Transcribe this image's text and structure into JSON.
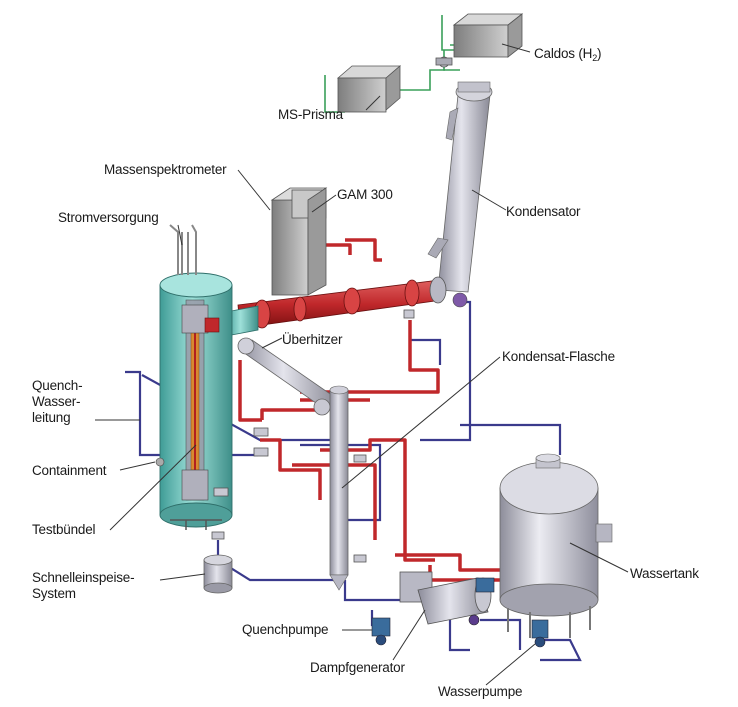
{
  "labels": {
    "caldos_main": "Caldos (H",
    "caldos_sub": "2",
    "caldos_end": ")",
    "ms_prisma": "MS-Prisma",
    "massenspektrometer": "Massenspektrometer",
    "gam300": "GAM 300",
    "kondensator": "Kondensator",
    "stromversorgung": "Stromversorgung",
    "ueberhitzer": "Überhitzer",
    "kondensat_flasche": "Kondensat-Flasche",
    "quench_line1": "Quench-",
    "quench_line2": "Wasser-",
    "quench_line3": "leitung",
    "containment": "Containment",
    "testbuendel": "Testbündel",
    "schnell_line1": "Schnelleinspeise-",
    "schnell_line2": "System",
    "wassertank": "Wassertank",
    "quenchpumpe": "Quenchpumpe",
    "dampfgenerator": "Dampfgenerator",
    "wasserpumpe": "Wasserpumpe"
  },
  "colors": {
    "steam_line": "#c0282b",
    "water_line": "#3a3a8c",
    "gas_line": "#3aa05a",
    "containment": "#5fb8b2",
    "vessel": "#b8b8c4",
    "box": "#8c8c8c",
    "leader": "#333333"
  }
}
